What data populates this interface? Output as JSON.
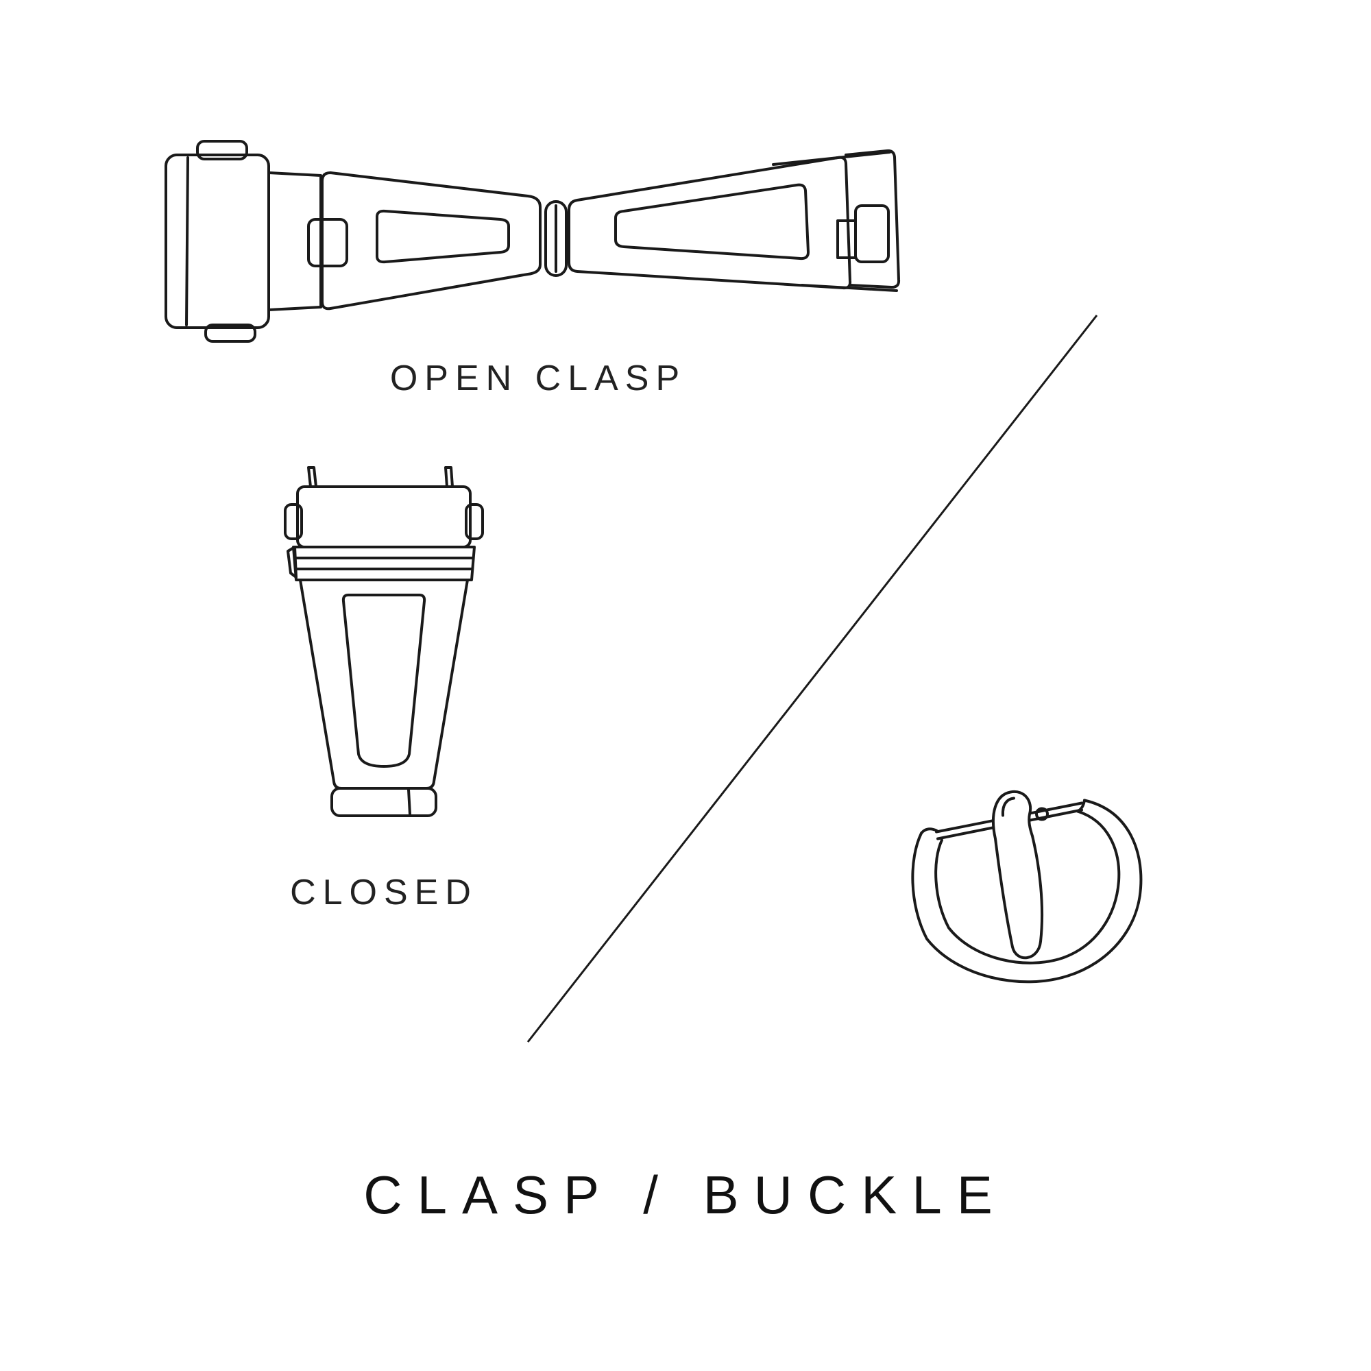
{
  "title": "CLASP / BUCKLE",
  "illustrations": {
    "open_clasp": {
      "label": "OPEN CLASP"
    },
    "closed_clasp": {
      "label": "CLOSED"
    },
    "buckle": {
      "label": ""
    }
  },
  "colors": {
    "background": "#ffffff",
    "line": "#1a1a1a",
    "text": "#1c1c1c"
  }
}
